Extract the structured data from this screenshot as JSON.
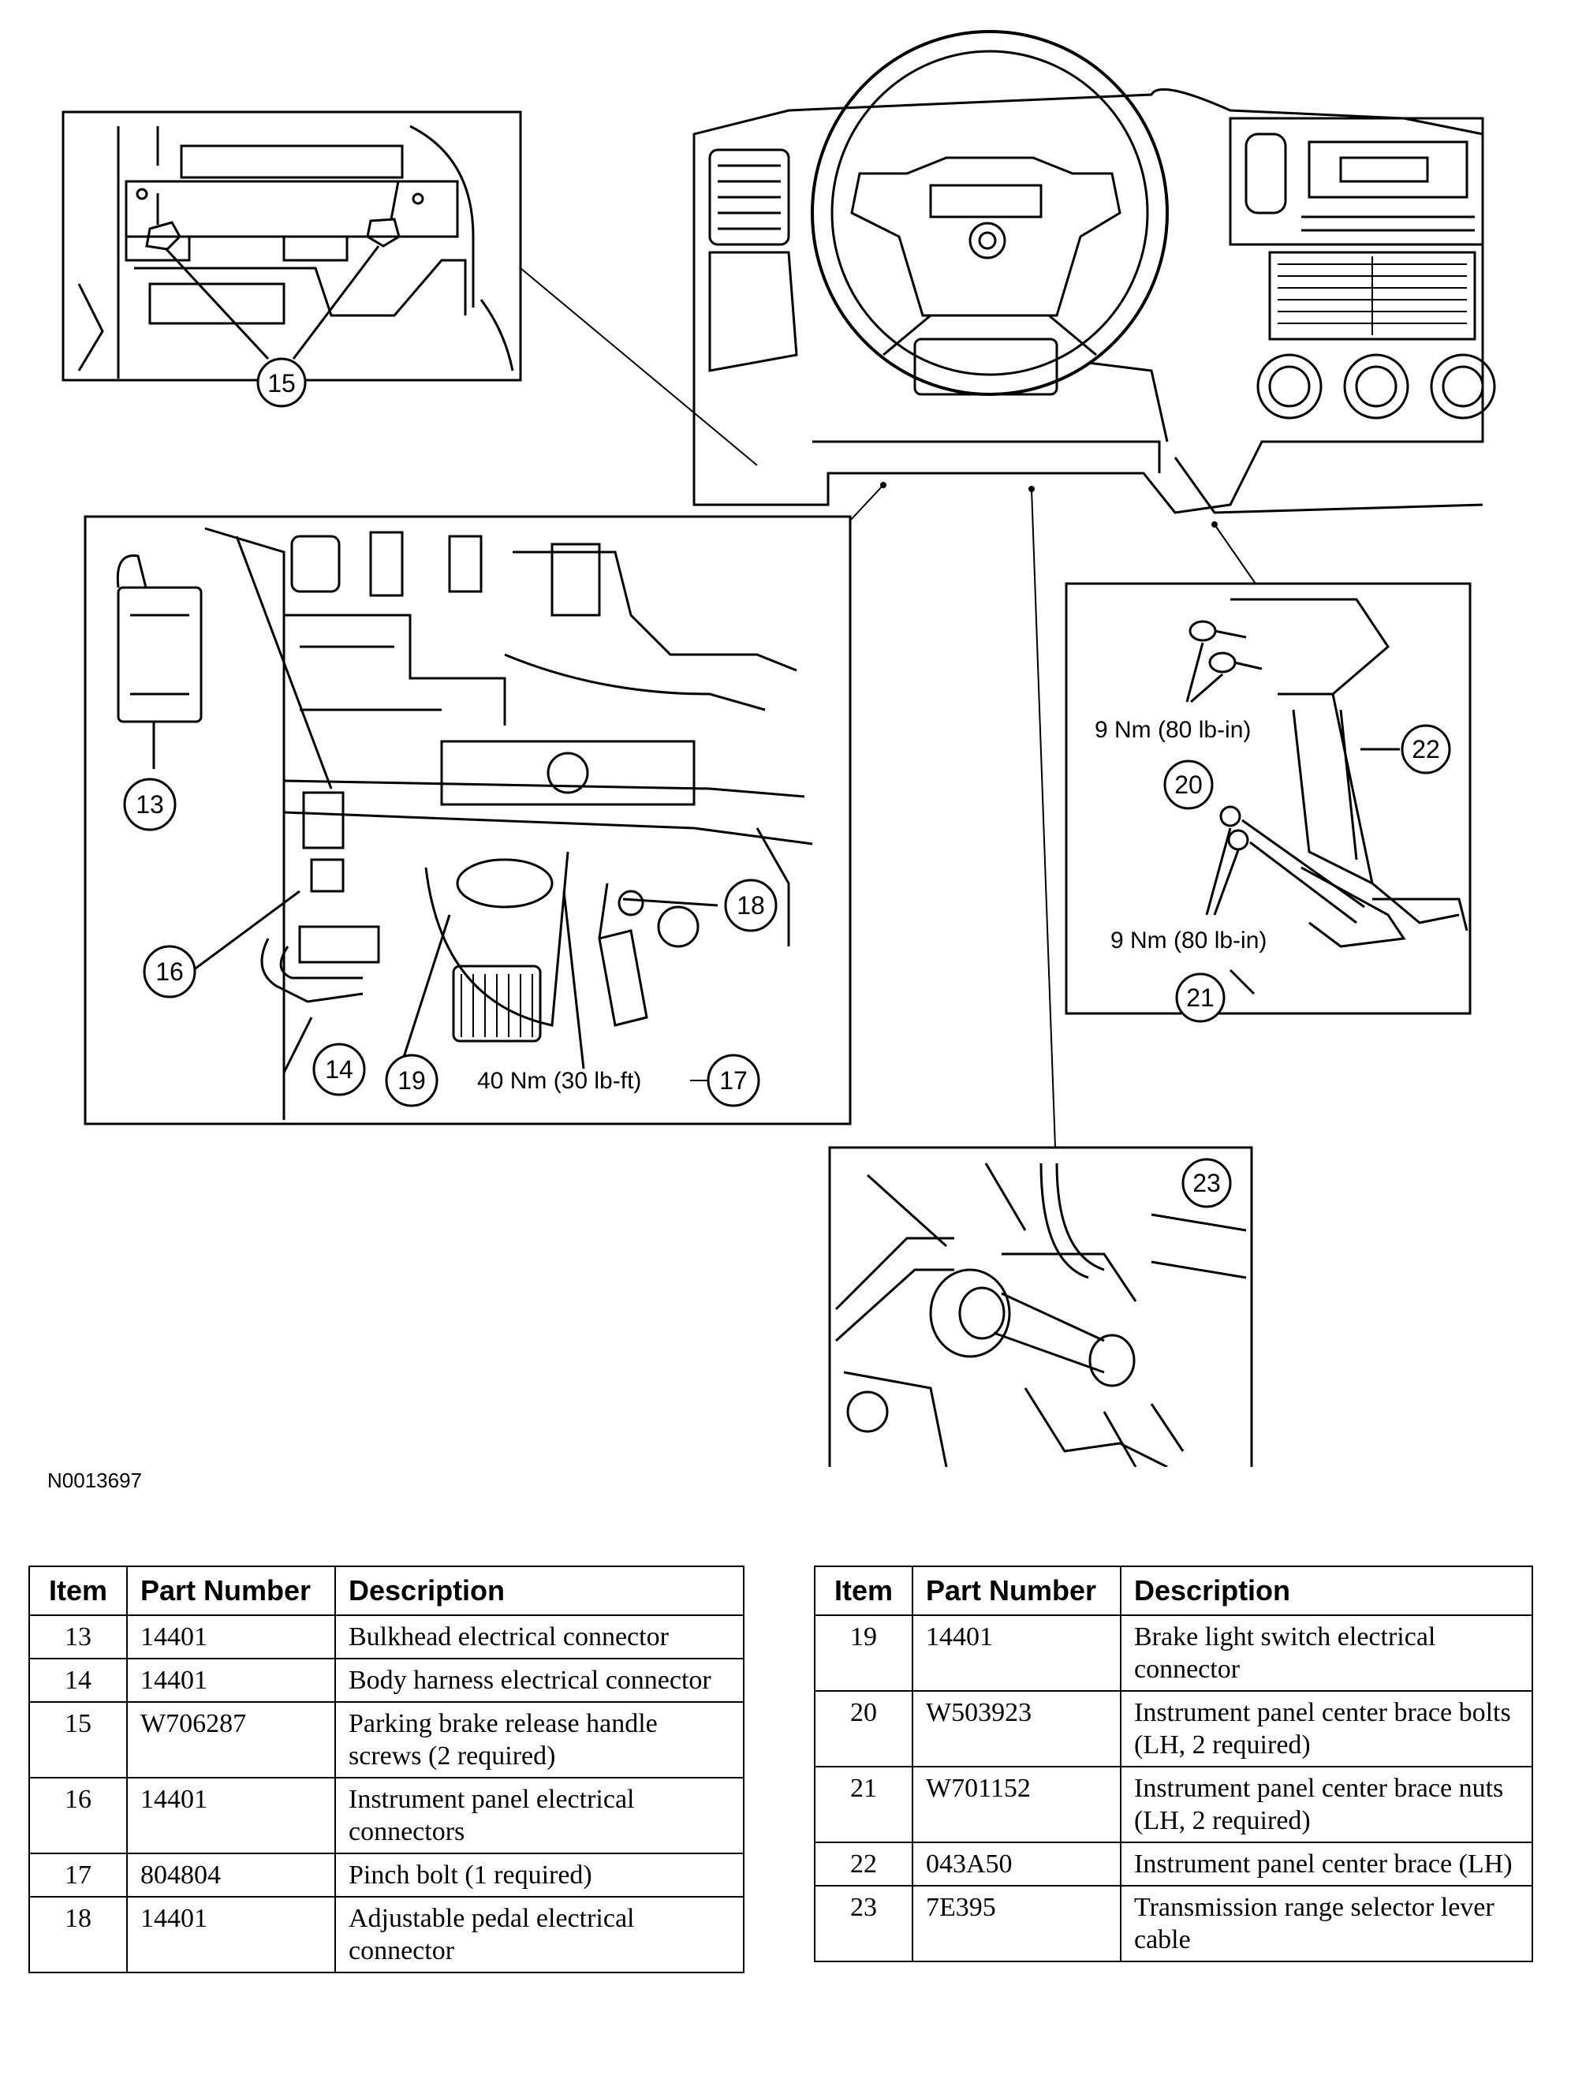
{
  "figure_id": "N0013697",
  "callouts": {
    "c13": "13",
    "c14": "14",
    "c15": "15",
    "c16": "16",
    "c17": "17",
    "c18": "18",
    "c19": "19",
    "c20": "20",
    "c21": "21",
    "c22": "22",
    "c23": "23"
  },
  "torques": {
    "t17": "40 Nm (30 lb-ft)",
    "t20": "9 Nm (80 lb-in)",
    "t21": "9 Nm (80 lb-in)"
  },
  "table_headers": {
    "item": "Item",
    "part_number": "Part Number",
    "description": "Description"
  },
  "parts_left": [
    {
      "item": "13",
      "part": "14401",
      "desc": "Bulkhead electrical connector"
    },
    {
      "item": "14",
      "part": "14401",
      "desc": "Body harness electrical connector"
    },
    {
      "item": "15",
      "part": "W706287",
      "desc": "Parking brake release handle screws (2 required)"
    },
    {
      "item": "16",
      "part": "14401",
      "desc": "Instrument panel electrical connectors"
    },
    {
      "item": "17",
      "part": "804804",
      "desc": "Pinch bolt (1 required)"
    },
    {
      "item": "18",
      "part": "14401",
      "desc": "Adjustable pedal electrical connector"
    }
  ],
  "parts_right": [
    {
      "item": "19",
      "part": "14401",
      "desc": "Brake light switch electrical connector"
    },
    {
      "item": "20",
      "part": "W503923",
      "desc": "Instrument panel center brace bolts (LH, 2 required)"
    },
    {
      "item": "21",
      "part": "W701152",
      "desc": "Instrument panel center brace nuts (LH, 2 required)"
    },
    {
      "item": "22",
      "part": "043A50",
      "desc": "Instrument panel center brace (LH)"
    },
    {
      "item": "23",
      "part": "7E395",
      "desc": "Transmission range selector lever cable"
    }
  ]
}
